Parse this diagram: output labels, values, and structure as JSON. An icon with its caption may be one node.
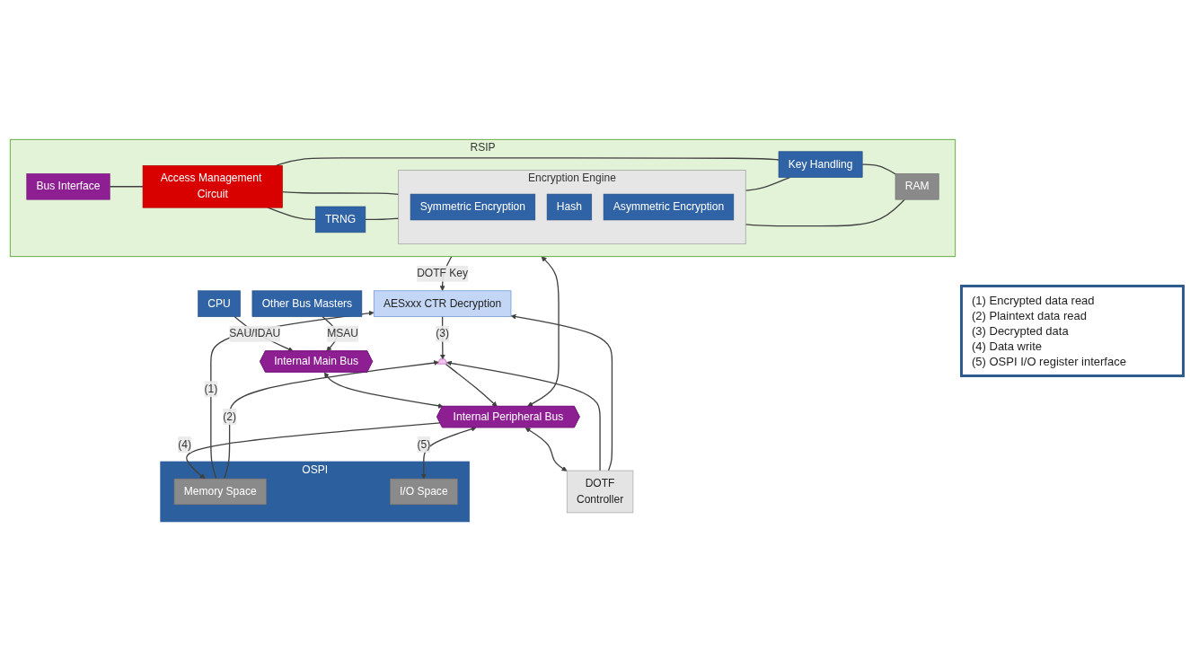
{
  "diagram": {
    "nodes": [
      {
        "text": [
          "CPU"
        ]
      },
      {
        "text": [
          "Other Bus Masters"
        ]
      },
      {
        "text": [
          "Internal Main Bus"
        ]
      },
      {
        "text": [
          "Internal Peripheral Bus"
        ]
      },
      {
        "text": [
          "RSIP"
        ]
      },
      {
        "text": [
          "Bus Interface"
        ],
        "in": 4
      },
      {
        "text": [
          "Access Management Circuit"
        ],
        "in": 4
      },
      {
        "text": [
          "TRNG"
        ],
        "in": 4
      },
      {
        "text": [
          "Encryption Engine"
        ],
        "in": 4
      },
      {
        "text": [
          "Symmetric Encryption"
        ],
        "in": 8
      },
      {
        "text": [
          "Hash"
        ],
        "in": 8
      },
      {
        "text": [
          "Asymmetric Encryption"
        ],
        "in": 8
      },
      {
        "text": [
          "Key Handling"
        ],
        "in": 4
      },
      {
        "text": [
          "RAM"
        ],
        "in": 4
      },
      {
        "text": [
          "DOTF",
          "Controller"
        ]
      },
      {
        "text": [],
        "shape": "trapezoid"
      },
      {
        "text": [
          "AESxxx CTR Decryption"
        ]
      },
      {
        "text": [
          "OSPI"
        ]
      },
      {
        "text": [
          "Memory Space"
        ],
        "in": 17
      },
      {
        "text": [
          "I/O Space"
        ],
        "in": 17
      }
    ],
    "edges": [
      {
        "from": 0,
        "to": 2,
        "arrow": "to",
        "label": "SAU/IDAU"
      },
      {
        "from": 1,
        "to": 2,
        "arrow": "to",
        "label": "MSAU"
      },
      {
        "from": 2,
        "to": 3,
        "arrow": "both"
      },
      {
        "from": 3,
        "to": 4,
        "arrow": "both"
      },
      {
        "from": 3,
        "to": 14,
        "arrow": "both"
      },
      {
        "from": 5,
        "to": 6,
        "arrow": "none"
      },
      {
        "from": 6,
        "to": 7,
        "arrow": "none"
      },
      {
        "from": 6,
        "to": 8,
        "arrow": "none"
      },
      {
        "from": 6,
        "to": 12,
        "arrow": "none"
      },
      {
        "from": 7,
        "to": 8,
        "arrow": "none"
      },
      {
        "from": 8,
        "to": 12,
        "arrow": "none"
      },
      {
        "from": 8,
        "to": 13,
        "arrow": "none"
      },
      {
        "from": 12,
        "to": 13,
        "arrow": "none"
      },
      {
        "from": 14,
        "to": 15,
        "arrow": "to"
      },
      {
        "from": 14,
        "to": 16,
        "arrow": "to"
      },
      {
        "from": 4,
        "to": 16,
        "arrow": "to",
        "label": "DOTF Key"
      },
      {
        "from": 15,
        "to": 3,
        "arrow": "to"
      },
      {
        "from": 16,
        "to": 15,
        "arrow": "to",
        "label": "(3)"
      },
      {
        "from": 18,
        "to": 16,
        "arrow": "to",
        "label": "(1)"
      },
      {
        "from": 18,
        "to": 15,
        "arrow": "to",
        "label": "(2)"
      },
      {
        "from": 3,
        "to": 18,
        "arrow": "to",
        "label": "(4)"
      },
      {
        "from": 3,
        "to": 19,
        "arrow": "both",
        "label": "(5)"
      }
    ],
    "labels": [
      "(1) Encrypted data read",
      "(2) Plaintext data read",
      "(3) Decrypted data",
      "(4) Data write",
      "(5) OSPI I/O register interface"
    ]
  }
}
